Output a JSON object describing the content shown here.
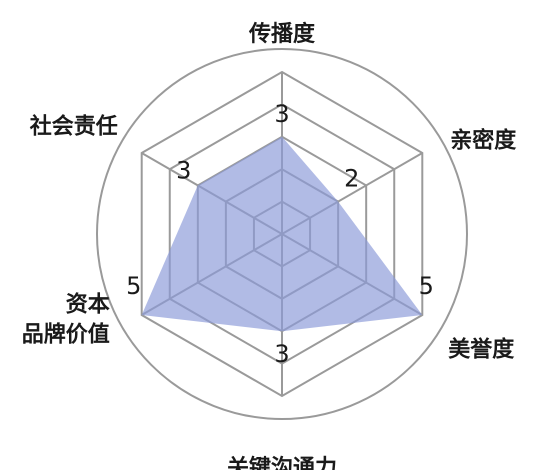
{
  "chart_data": {
    "type": "radar",
    "axes": [
      "传播度",
      "亲密度",
      "美誉度",
      "关键沟通力",
      "资本\n品牌价值",
      "社会责任"
    ],
    "values": [
      3,
      2,
      5,
      3,
      5,
      3
    ],
    "value_labels": [
      "3",
      "2",
      "5",
      "3",
      "5",
      "3"
    ],
    "max": 5,
    "rings": 5,
    "outer_circle": true,
    "colors": {
      "fill": "#8c9bd8",
      "grid": "#9a9a9a",
      "text": "#1a1a1a"
    }
  }
}
